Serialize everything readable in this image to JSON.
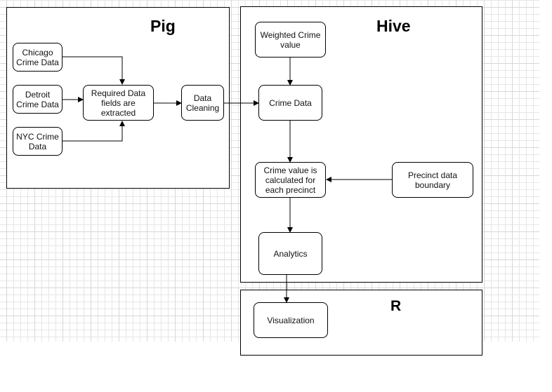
{
  "containers": {
    "pig": {
      "title": "Pig"
    },
    "hive": {
      "title": "Hive"
    },
    "r": {
      "title": "R"
    }
  },
  "nodes": {
    "chicago": "Chicago Crime Data",
    "detroit": "Detroit Crime Data",
    "nyc": "NYC Crime Data",
    "required": "Required Data fields are extracted",
    "cleaning": "Data Cleaning",
    "weighted": "Weighted Crime value",
    "crime_data": "Crime Data",
    "crime_value": "Crime value is calculated for each precinct",
    "precinct": "Precinct data boundary",
    "analytics": "Analytics",
    "visualization": "Visualization"
  },
  "colors": {
    "stroke": "#000000",
    "grid_minor": "#e6e6e6",
    "grid_major": "#d7d7d7"
  }
}
